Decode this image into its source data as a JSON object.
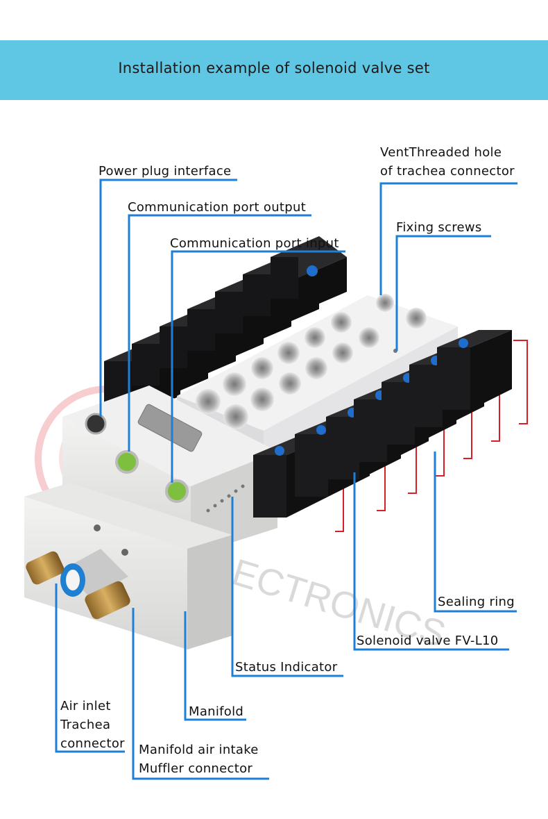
{
  "banner": {
    "title": "Installation example of solenoid valve set"
  },
  "watermark": {
    "brand_text": "ELECTRONICS"
  },
  "colors": {
    "banner": "#5fc6e4",
    "leader": "#1e7fd6",
    "valve_body": "#1b1b1d",
    "manifold": "#e6e6e4",
    "block": "#eeeeef",
    "cap": "#1f6dcc",
    "wire_red": "#d61f26",
    "brass": "#b58a3e",
    "watermark": "#d91e26"
  },
  "labels": {
    "vent_hole": "VentThreaded hole\nof trachea connector",
    "power_plug": "Power plug interface",
    "comm_output": "Communication port output",
    "fixing_screws": "Fixing screws",
    "comm_input": "Communication port input",
    "sealing_ring": "Sealing ring",
    "solenoid_valve": "Solenoid valve FV-L10",
    "status_indicator": "Status Indicator",
    "manifold": "Manifold",
    "air_inlet": "Air inlet\nTrachea\nconnector",
    "muffler": "Manifold air intake\nMuffler connector"
  }
}
